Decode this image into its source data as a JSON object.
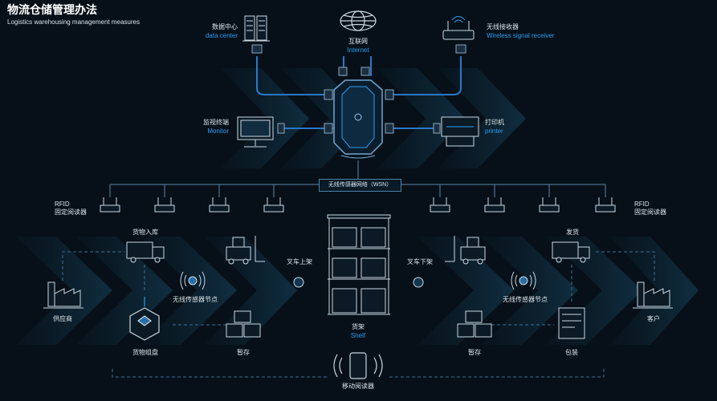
{
  "header": {
    "title": "物流仓储管理办法",
    "subtitle": "Logistics warehousing management measures"
  },
  "top": {
    "data_center": {
      "zh": "数据中心",
      "en": "data center"
    },
    "internet": {
      "zh": "互联网",
      "en": "Internet"
    },
    "wireless": {
      "zh": "无线接收器",
      "en": "Wireless signal receiver"
    },
    "monitor": {
      "zh": "监视终端",
      "en": "Monitor"
    },
    "printer": {
      "zh": "打印机",
      "en": "printer"
    }
  },
  "network": {
    "wsn": "无线传感器网络（WSN）",
    "rfid_left": [
      "RFID",
      "固定阅读器"
    ],
    "rfid_right": [
      "RFID",
      "固定阅读器"
    ]
  },
  "flow": {
    "inbound": "货物入库",
    "supplier": "供应商",
    "sensor_left": "无线传感器节点",
    "forklift_up": "叉车上架",
    "inventory": "货物组盘",
    "temp_left": "暂存",
    "shelf": {
      "zh": "货架",
      "en": "Shelf"
    },
    "forklift_down": "叉车下架",
    "ship": "发货",
    "sensor_right": "无线传感器节点",
    "customer": "客户",
    "temp_right": "暂存",
    "packing": "包装",
    "mobile_reader": "移动阅读器"
  },
  "colors": {
    "background": "#071018",
    "accent": "#2a9df4",
    "line": "#3f6f97",
    "chevron": "#0f2a3a"
  }
}
